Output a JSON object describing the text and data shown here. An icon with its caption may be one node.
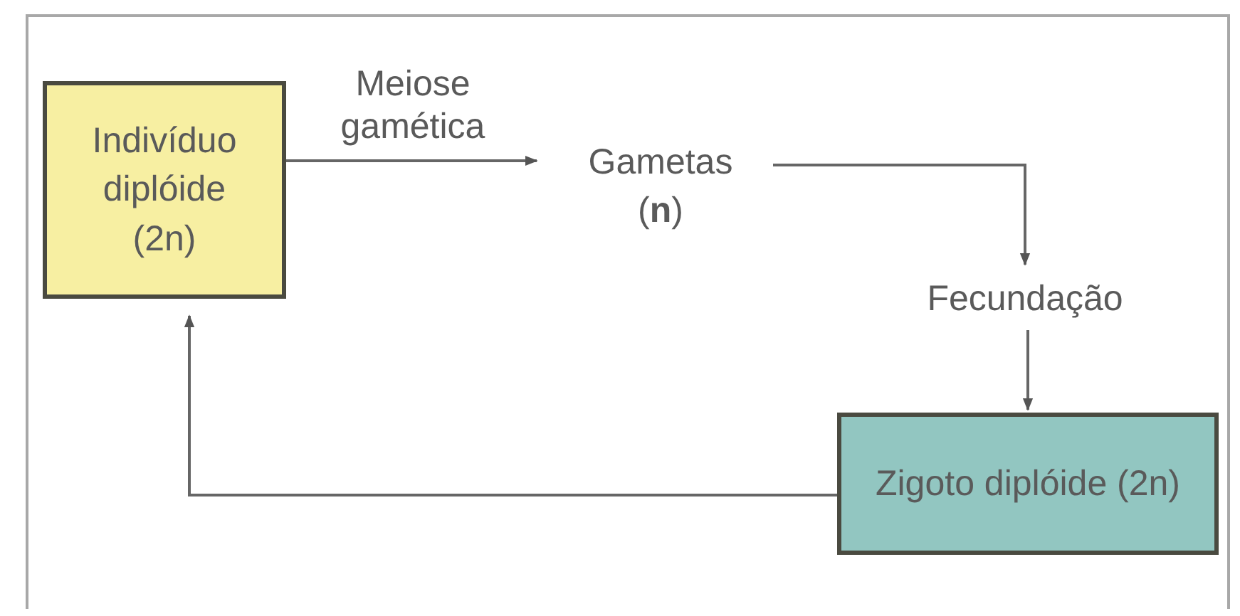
{
  "diagram": {
    "nodes": [
      {
        "text": [
          "Indivíduo diplóide (2n)"
        ]
      },
      {
        "text": [
          "Gametas (**n**)"
        ]
      },
      {
        "text": [
          "Fecundação"
        ]
      },
      {
        "text": [
          "Zigoto diplóide (2n)"
        ]
      }
    ],
    "edges": [
      {
        "from": 0,
        "to": 1,
        "arrow": "to",
        "label": "Meiose gamética"
      },
      {
        "from": 1,
        "to": 2,
        "arrow": "to"
      },
      {
        "from": 2,
        "to": 3,
        "arrow": "to"
      },
      {
        "from": 3,
        "to": 0,
        "arrow": "to"
      }
    ]
  }
}
